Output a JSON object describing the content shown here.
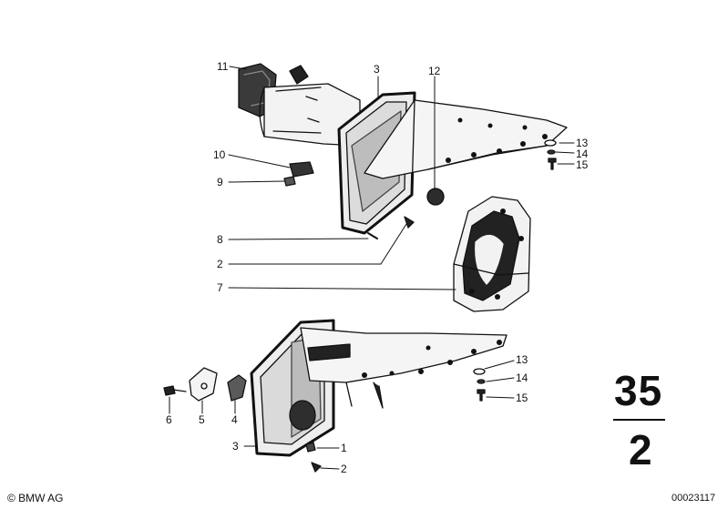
{
  "callouts": {
    "upper": [
      "11",
      "3",
      "12",
      "13",
      "14",
      "15",
      "10",
      "9",
      "8",
      "2",
      "7"
    ],
    "lower": [
      "13",
      "14",
      "15",
      "6",
      "5",
      "4",
      "3",
      "1",
      "2"
    ]
  },
  "group": {
    "major": "35",
    "minor": "2"
  },
  "footer": {
    "copyright": "© BMW AG",
    "doc_number": "00023117"
  }
}
